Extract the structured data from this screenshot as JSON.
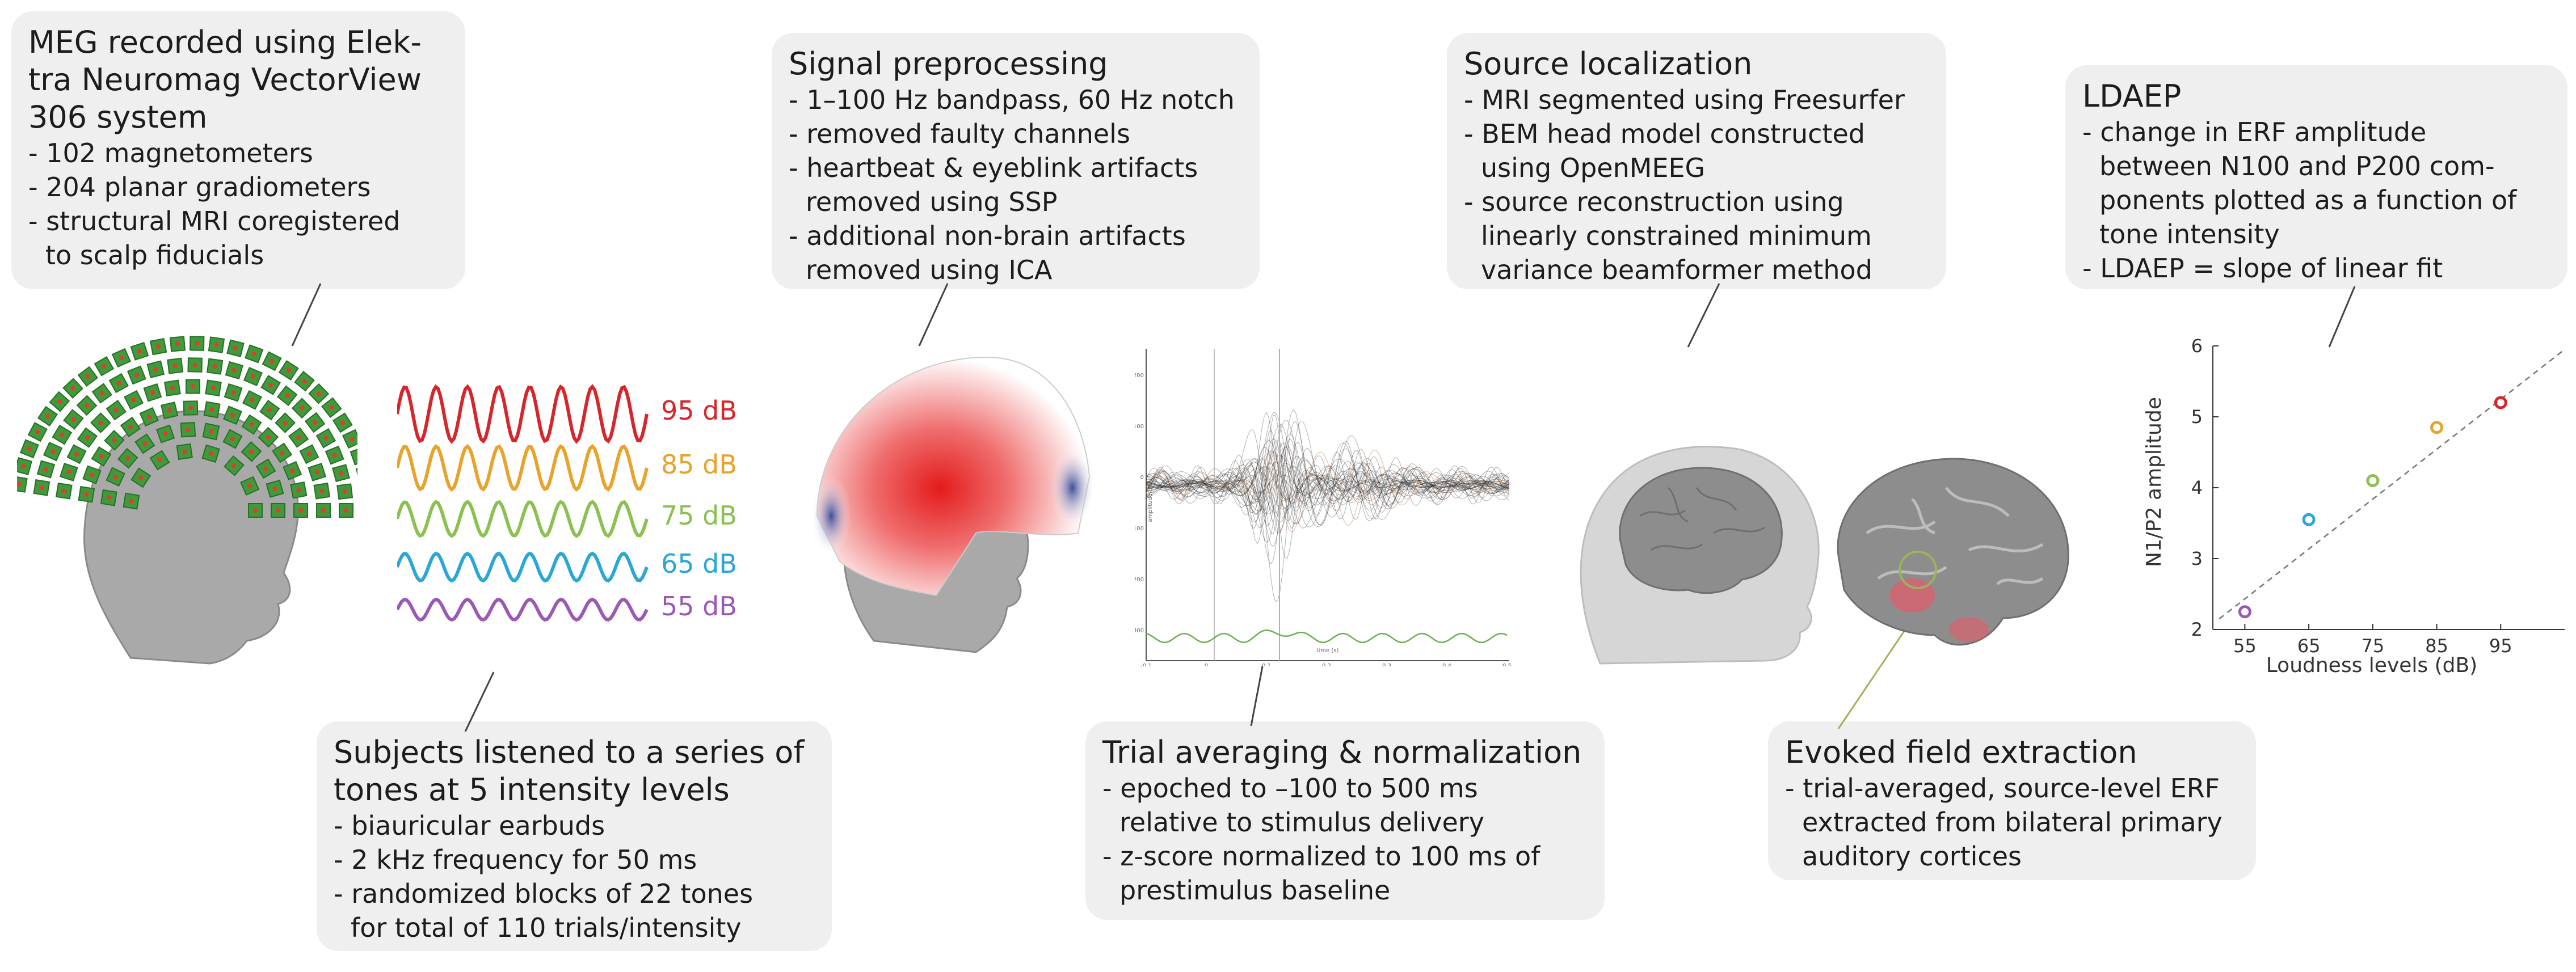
{
  "boxes": {
    "meg": {
      "title": [
        "MEG recorded using Elek-",
        "tra Neuromag VectorView",
        "306 system"
      ],
      "items": [
        "- 102 magnetometers",
        "- 204 planar gradiometers",
        "- structural MRI coregistered",
        "to scalp fiducials"
      ]
    },
    "preprocessing": {
      "title": [
        "Signal preprocessing"
      ],
      "items": [
        "- 1–100 Hz bandpass, 60 Hz notch",
        "- removed faulty channels",
        "- heartbeat & eyeblink artifacts",
        "removed using SSP",
        "- additional non-brain artifacts",
        "removed using ICA"
      ]
    },
    "source": {
      "title": [
        "Source localization"
      ],
      "items": [
        "- MRI segmented using Freesurfer",
        "- BEM head model constructed",
        "using OpenMEEG",
        "- source reconstruction using",
        "linearly constrained minimum",
        "variance beamformer method"
      ]
    },
    "ldaep": {
      "title": [
        "LDAEP"
      ],
      "items": [
        "- change in ERF amplitude",
        "between N100 and P200 com-",
        "ponents plotted as a function of",
        "tone intensity",
        "- LDAEP = slope of linear fit"
      ]
    },
    "subjects": {
      "title": [
        "Subjects listened to a series of",
        "tones at 5 intensity levels"
      ],
      "items": [
        "- biauricular earbuds",
        "- 2 kHz frequency for 50 ms",
        "- randomized blocks of 22 tones",
        "for total of 110 trials/intensity"
      ]
    },
    "averaging": {
      "title": [
        "Trial averaging & normalization"
      ],
      "items": [
        "- epoched to –100 to 500 ms",
        "relative to stimulus delivery",
        "- z-score normalized to 100 ms of",
        "prestimulus baseline"
      ]
    },
    "evoked": {
      "title": [
        "Evoked field extraction"
      ],
      "items": [
        "- trial-averaged, source-level ERF",
        "extracted from bilateral primary",
        "auditory cortices"
      ]
    }
  },
  "tones": [
    {
      "label": "95 dB",
      "color": "#d7262b",
      "amp": 48
    },
    {
      "label": "85 dB",
      "color": "#e8a32a",
      "amp": 38
    },
    {
      "label": "75 dB",
      "color": "#8cc152",
      "amp": 30
    },
    {
      "label": "65 dB",
      "color": "#2aa7d6",
      "amp": 24
    },
    {
      "label": "55 dB",
      "color": "#9b59b6",
      "amp": 18
    }
  ],
  "chart_data": {
    "type": "scatter",
    "xlabel": "Loudness levels (dB)",
    "ylabel": "N1/P2 amplitude",
    "xticks": [
      55,
      65,
      75,
      85,
      95
    ],
    "yticks": [
      2,
      3,
      4,
      5,
      6
    ],
    "xlim": [
      50,
      105
    ],
    "ylim": [
      2,
      6
    ],
    "points": [
      {
        "x": 55,
        "y": 2.25,
        "color": "#9b59b6"
      },
      {
        "x": 65,
        "y": 3.55,
        "color": "#2aa7d6"
      },
      {
        "x": 75,
        "y": 4.1,
        "color": "#8cc152"
      },
      {
        "x": 85,
        "y": 4.85,
        "color": "#e8a32a"
      },
      {
        "x": 95,
        "y": 5.2,
        "color": "#d7262b"
      }
    ],
    "fit": {
      "x": [
        51,
        105
      ],
      "y": [
        2.15,
        5.95
      ]
    },
    "grid": false
  },
  "signal_plot": {
    "ylabel": "amplitude (fT)",
    "xlabel": "time (s)",
    "xticks": [
      "-0.1",
      "0",
      "0.1",
      "0.2",
      "0.3",
      "0.4",
      "0.5"
    ],
    "yticks": [
      "200",
      "100",
      "0",
      "-100",
      "-200",
      "-300"
    ]
  }
}
